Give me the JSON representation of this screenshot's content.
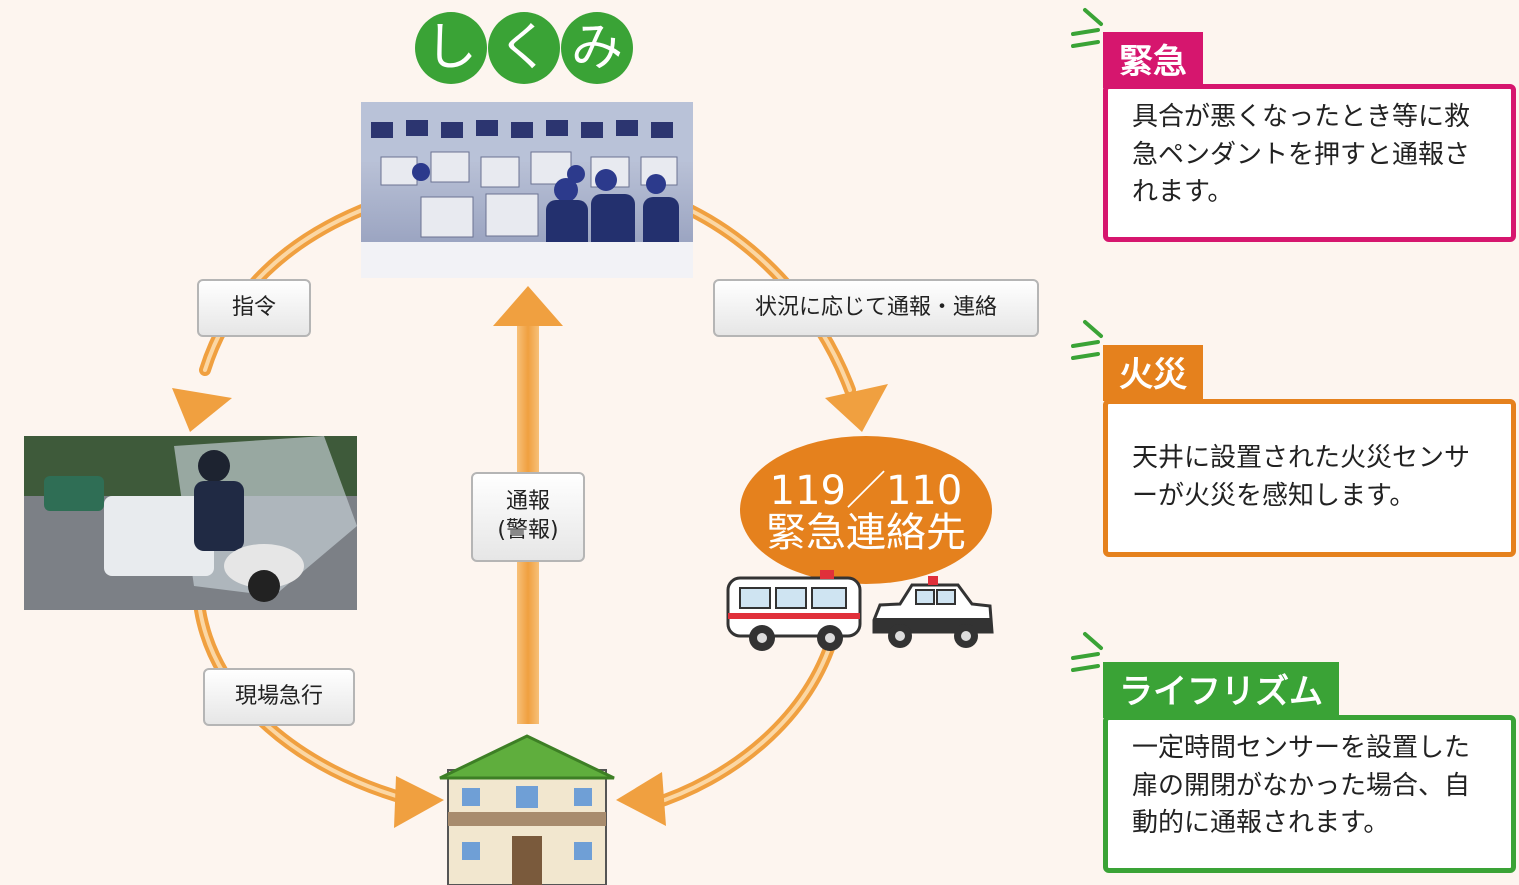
{
  "title": {
    "chars": [
      "し",
      "く",
      "み"
    ]
  },
  "labels": {
    "dispatch": "指令",
    "rush": "現場急行",
    "report_line1": "通報",
    "report_line2": "(警報)",
    "notify": "状況に応じて通報・連絡"
  },
  "emergency_contact": {
    "line1": "119／110",
    "line2": "緊急連絡先"
  },
  "cards": [
    {
      "tag": "緊急",
      "text": "具合が悪くなったとき等に救急ペンダントを押すと通報されます。",
      "color": "#d6166e"
    },
    {
      "tag": "火災",
      "text": "天井に設置された火災センサーが火災を感知します。",
      "color": "#e5811d"
    },
    {
      "tag": "ライフリズム",
      "text": "一定時間センサーを設置した扉の開閉がなかった場合、自動的に通報されます。",
      "color": "#3aa336"
    }
  ],
  "icons": {
    "control_center": "control-center-photo",
    "guard": "security-guard-scooter-photo",
    "house": "house-icon",
    "ambulance": "ambulance-icon",
    "police_car": "police-car-icon"
  },
  "colors": {
    "arrow": "#f0a040",
    "arrow_dark": "#e58a2a",
    "green": "#3aa336",
    "orange": "#e5811d",
    "pink": "#d6166e"
  }
}
